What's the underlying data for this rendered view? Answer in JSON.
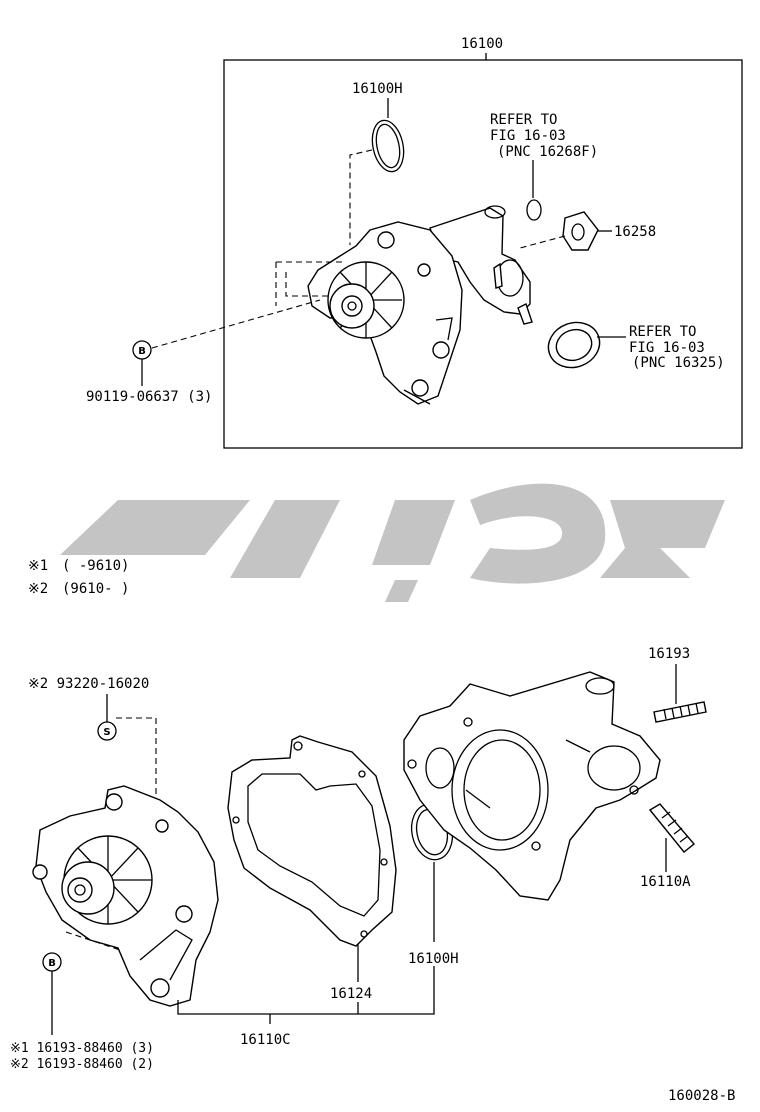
{
  "assembly": {
    "number": "16100"
  },
  "upper": {
    "oring": "16100H",
    "refer1": [
      "REFER TO",
      "FIG 16-03",
      "(PNC 16268F)"
    ],
    "gasket": "16258",
    "refer2": [
      "REFER TO",
      "FIG 16-03",
      "(PNC 16325)"
    ],
    "bolt_code": "B",
    "bolt_part": "90119-06637 (3)"
  },
  "notes": {
    "n1_mark": "※1",
    "n1_range": "(       -9610)",
    "n2_mark": "※2",
    "n2_range": "(9610-       )"
  },
  "lower": {
    "stud_code": "S",
    "stud_part": "※2 93220-16020",
    "bolt_code": "B",
    "stud1": "16193",
    "stud2": "16110A",
    "oring": "16100H",
    "gasket": "16124",
    "pump": "16110C",
    "bolt_part1": "※1 16193-88460 (3)",
    "bolt_part2": "※2 16193-88460 (2)"
  },
  "figure_id": "160028-B"
}
